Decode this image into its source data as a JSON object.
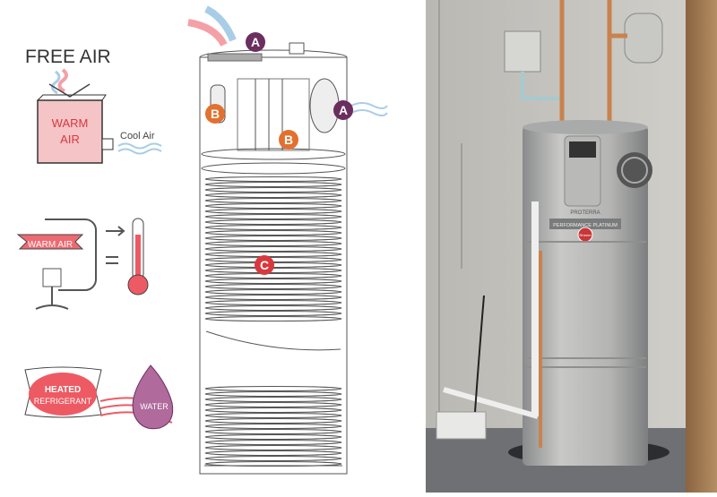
{
  "illustration": {
    "free_air_title": "FREE AIR",
    "warm_air_label": "WARM AIR",
    "cool_air_label": "Cool Air",
    "compressed_warm_air_label": "WARM AIR",
    "heated_refrigerant_label": "HEATED REFRIGERANT",
    "water_label": "WATER",
    "markers": [
      {
        "letter": "A",
        "color": "#6b2e5e"
      },
      {
        "letter": "A",
        "color": "#6b2e5e"
      },
      {
        "letter": "B",
        "color": "#e2702f"
      },
      {
        "letter": "B",
        "color": "#e2702f"
      },
      {
        "letter": "C",
        "color": "#d9383e"
      }
    ]
  },
  "photo": {
    "brand_line": "PROTERRA",
    "badge": "PERFORMANCE PLATINUM",
    "logo": "Rheem"
  },
  "colors": {
    "warm": "#ee5a63",
    "cool": "#a9cde6",
    "purple": "#6b2e5e",
    "orange": "#e2702f"
  }
}
